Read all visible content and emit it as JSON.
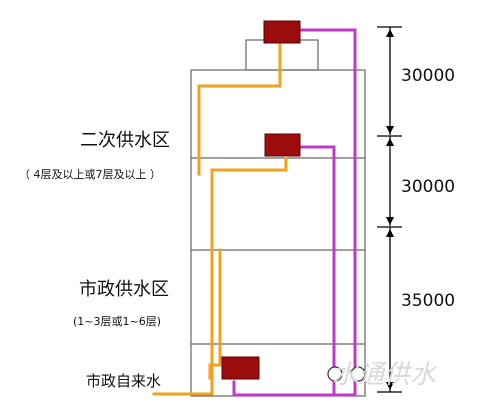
{
  "zones": {
    "upper": {
      "title": "二次供水区",
      "note": "（ 4层及以上或7层及以上 ）"
    },
    "lower": {
      "title": "市政供水区",
      "note": "(1~3层或1~6层)"
    }
  },
  "inlet": {
    "label": "市政自来水"
  },
  "dimensions": {
    "top": "30000",
    "middle": "30000",
    "bottom": "35000"
  },
  "watermark": {
    "text": "水通供水"
  },
  "colors": {
    "supply_pipe": "#f0a21e",
    "return_pipe": "#bf39c7",
    "tank": "#9b0d0d",
    "building_outline": "#666666",
    "dimension_line": "#000000"
  },
  "icons": {
    "tank": "tank-icon",
    "valve": "valve-icon",
    "arrow": "dimension-arrow-icon"
  }
}
